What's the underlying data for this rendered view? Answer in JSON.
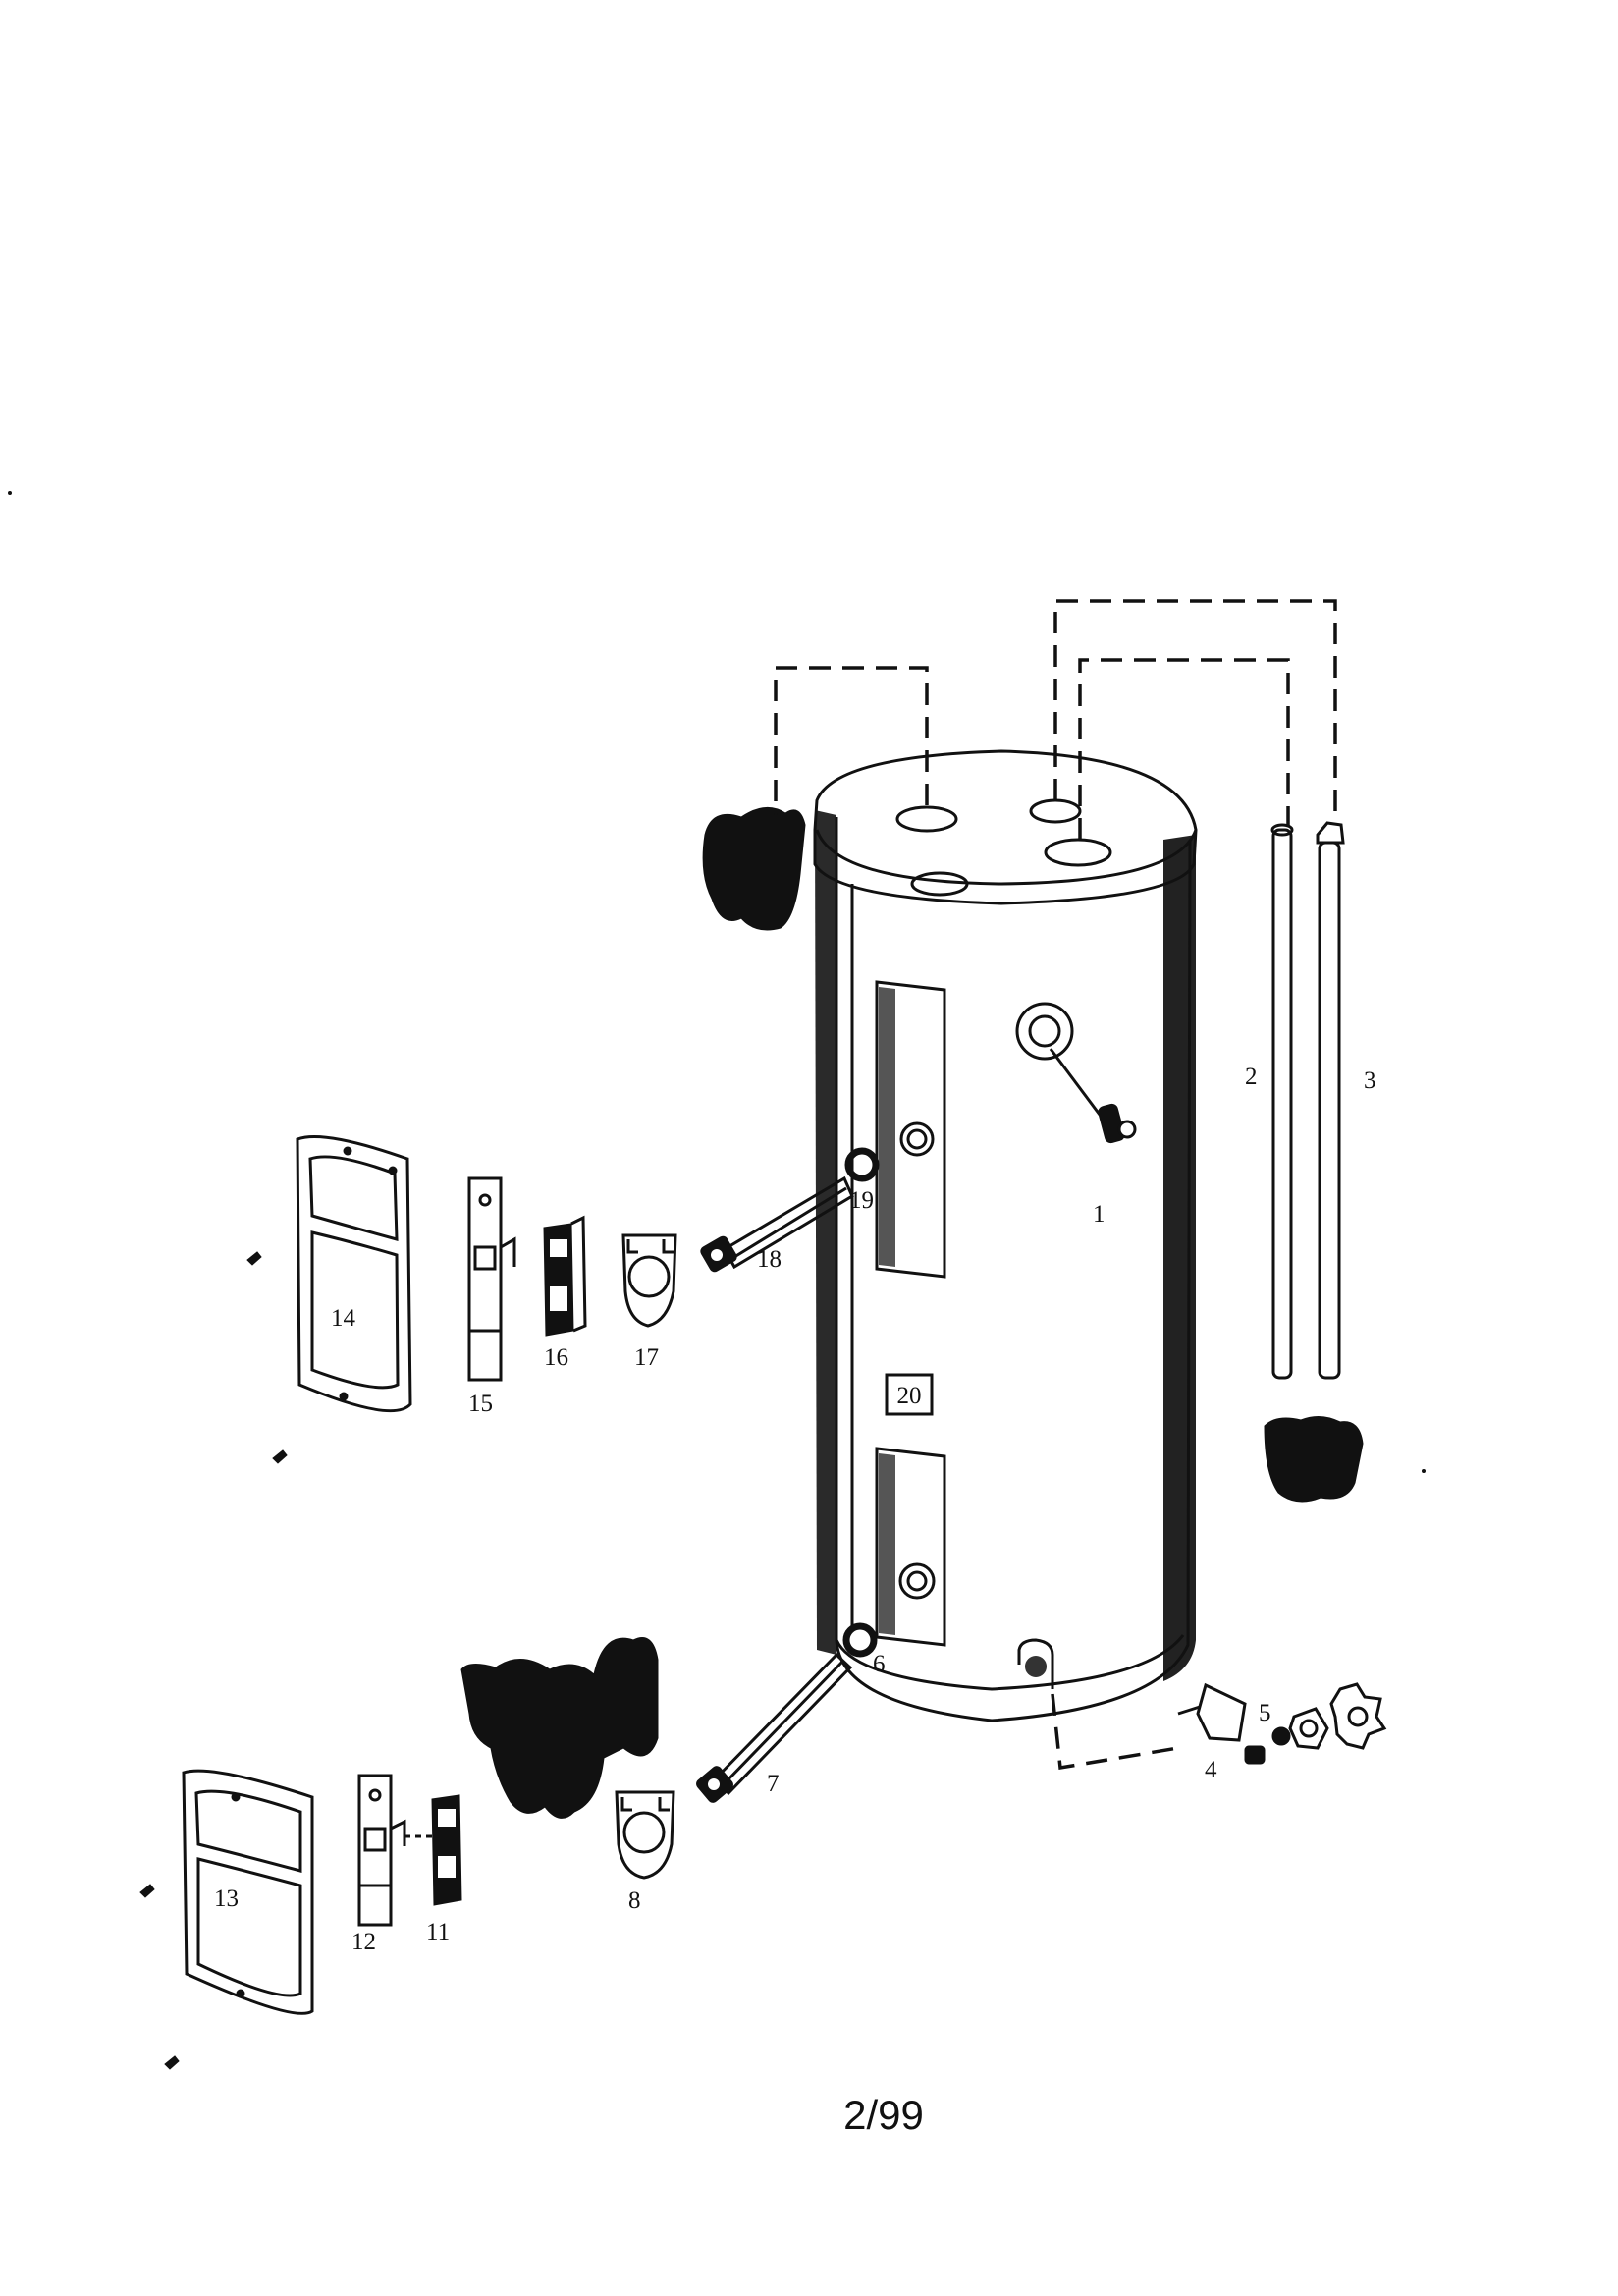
{
  "diagram": {
    "callouts": {
      "p1": "1",
      "p2": "2",
      "p3": "3",
      "p4": "4",
      "p5": "5",
      "p6": "6",
      "p7": "7",
      "p8": "8",
      "p11": "11",
      "p12": "12",
      "p13": "13",
      "p14": "14",
      "p15": "15",
      "p16": "16",
      "p17": "17",
      "p18": "18",
      "p19": "19",
      "p20": "20"
    },
    "page_number": "2/99"
  }
}
